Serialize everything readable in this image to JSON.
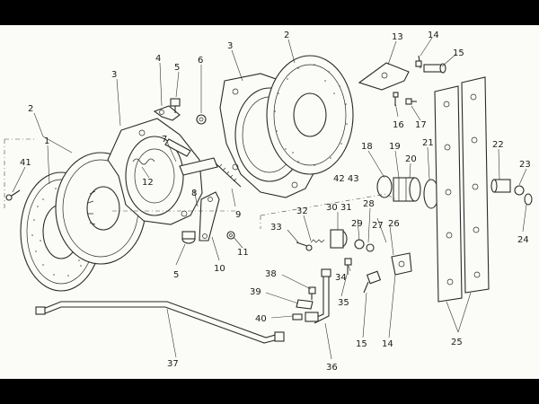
{
  "labels": [
    "1",
    "2",
    "3",
    "4",
    "5",
    "6",
    "7",
    "8",
    "9",
    "10",
    "11",
    "12",
    "13",
    "14",
    "15",
    "16",
    "17",
    "18",
    "19",
    "20",
    "21",
    "22",
    "23",
    "24",
    "25",
    "26",
    "27",
    "28",
    "29",
    "30",
    "31",
    "32",
    "33",
    "34",
    "35",
    "36",
    "37",
    "38",
    "39",
    "40",
    "41",
    "42",
    "43"
  ],
  "callouts": {
    "n1": "1",
    "n2a": "2",
    "n2b": "2",
    "n3a": "3",
    "n3b": "3",
    "n4": "4",
    "n5a": "5",
    "n5b": "5",
    "n6": "6",
    "n7": "7",
    "n8": "8",
    "n9": "9",
    "n10": "10",
    "n11": "11",
    "n12": "12",
    "n13": "13",
    "n14a": "14",
    "n14b": "14",
    "n15a": "15",
    "n15b": "15",
    "n16": "16",
    "n17": "17",
    "n18": "18",
    "n19": "19",
    "n20": "20",
    "n21": "21",
    "n22": "22",
    "n23": "23",
    "n24": "24",
    "n25": "25",
    "n26": "26",
    "n27": "27",
    "n28": "28",
    "n29": "29",
    "n3031": "30 31",
    "n32": "32",
    "n33": "33",
    "n34": "34",
    "n35": "35",
    "n36": "36",
    "n37": "37",
    "n38": "38",
    "n39": "39",
    "n40": "40",
    "n41": "41",
    "n4243": "42 43"
  }
}
